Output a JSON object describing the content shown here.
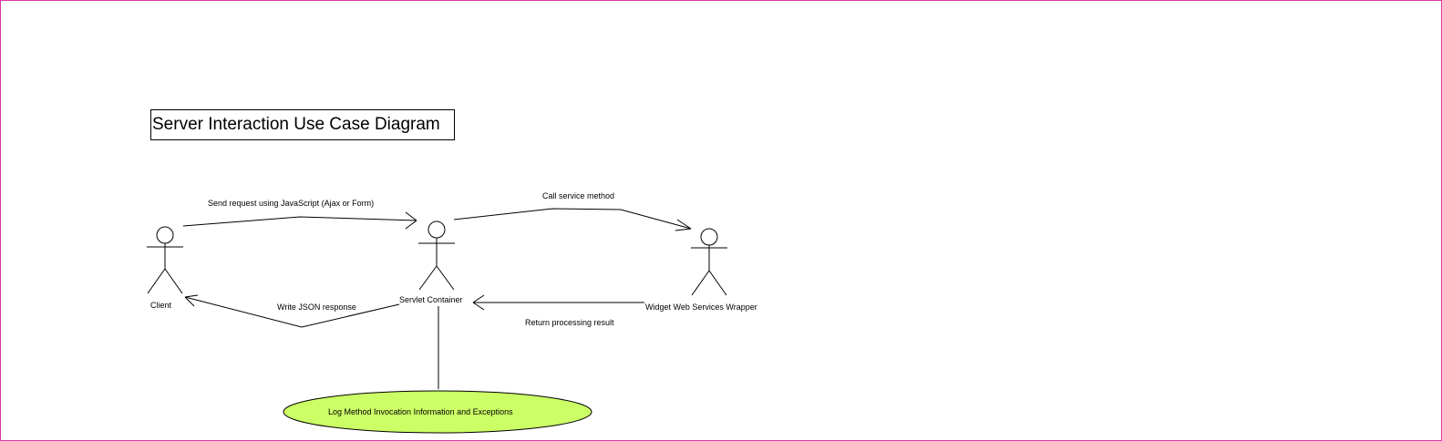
{
  "diagram": {
    "title": "Server Interaction Use Case Diagram",
    "actors": {
      "client": "Client",
      "servlet": "Servlet Container",
      "wrapper": "Widget Web Services Wrapper"
    },
    "messages": {
      "send_request": "Send request using JavaScript (Ajax or Form)",
      "call_service": "Call service method",
      "write_json": "Write JSON response",
      "return_result": "Return processing result"
    },
    "use_case": "Log Method Invocation Information and Exceptions"
  },
  "colors": {
    "frame_border": "#d63aa8",
    "use_case_fill": "#ccff66",
    "line": "#000000"
  }
}
